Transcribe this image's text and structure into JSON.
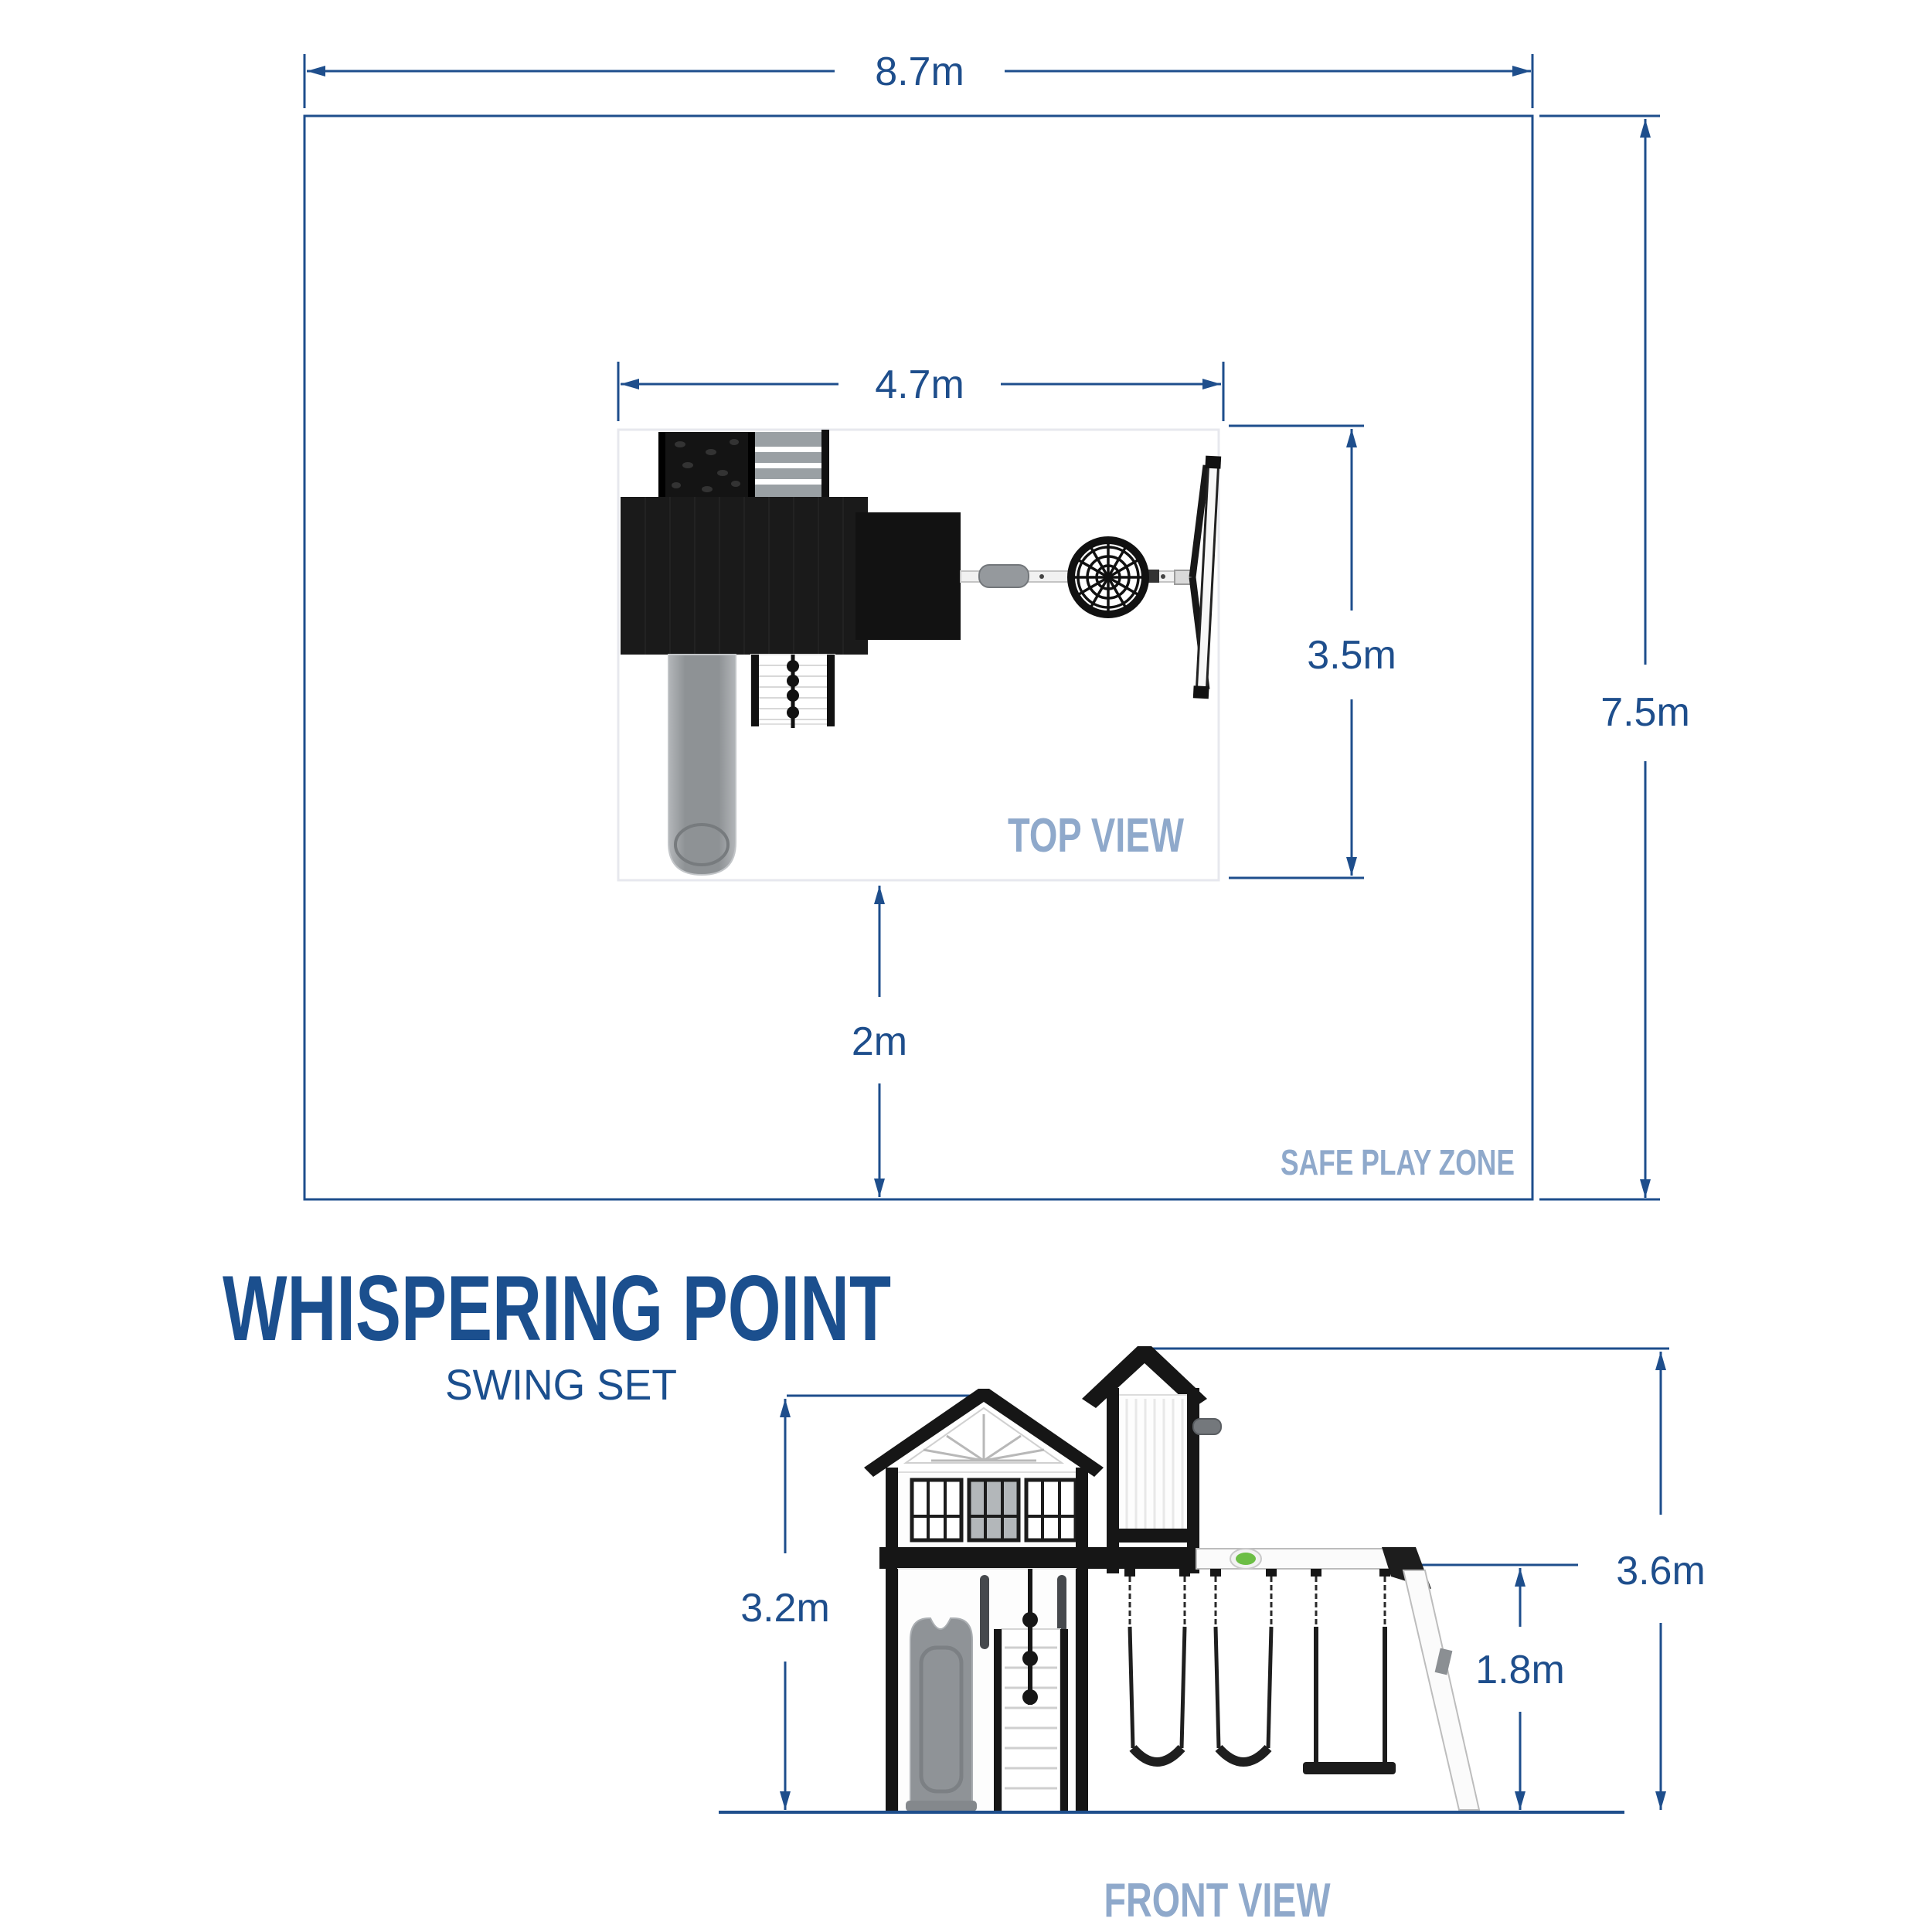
{
  "title": {
    "main": "WHISPERING POINT",
    "subtitle": "SWING SET"
  },
  "labels": {
    "top_view": "TOP VIEW",
    "front_view": "FRONT VIEW",
    "safe_play_zone": "SAFE PLAY ZONE"
  },
  "dimensions": {
    "zone_width": "8.7m",
    "zone_depth": "7.5m",
    "set_width": "4.7m",
    "set_depth": "3.5m",
    "clearance": "2m",
    "house_height": "3.2m",
    "overall_height": "3.6m",
    "beam_height": "1.8m"
  },
  "colors": {
    "dimension_blue": "#1E4E8C",
    "view_label_slate": "#8FA9CB",
    "title_blue": "#1B4F8E",
    "structure_black": "#161616",
    "slide_gray": "#8F9396",
    "badge_green": "#6CBE45",
    "top_view_box_border": "#E7E8EE"
  }
}
